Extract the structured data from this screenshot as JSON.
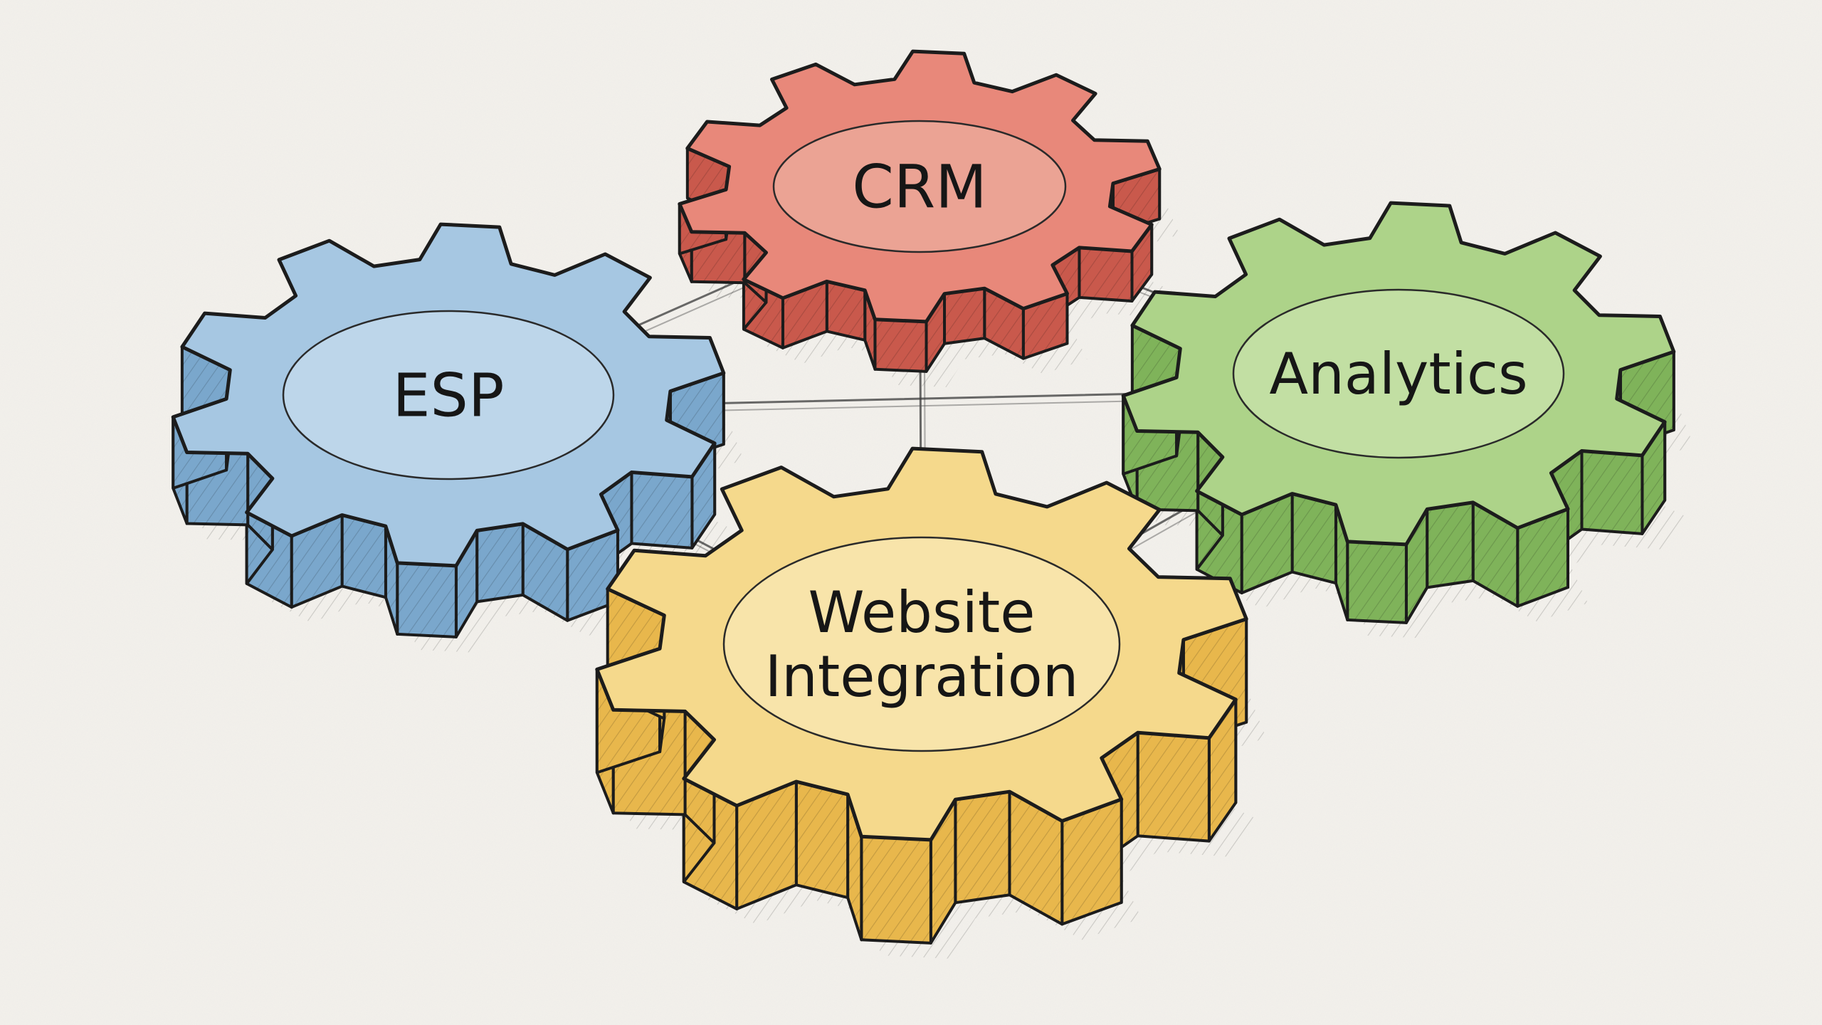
{
  "diagram": {
    "gears": [
      {
        "id": "crm",
        "lines": [
          "CRM"
        ],
        "top_color": "#e8887a",
        "side_color": "#c9594c",
        "ellipse_color": "#eba394"
      },
      {
        "id": "esp",
        "lines": [
          "ESP"
        ],
        "top_color": "#a6c7e2",
        "side_color": "#7aa7cc",
        "ellipse_color": "#bdd6ea"
      },
      {
        "id": "analytics",
        "lines": [
          "Analytics"
        ],
        "top_color": "#add389",
        "side_color": "#7fb35a",
        "ellipse_color": "#c2dfa3"
      },
      {
        "id": "website-integration",
        "lines": [
          "Website",
          "Integration"
        ],
        "top_color": "#f5d98c",
        "side_color": "#e8b74c",
        "ellipse_color": "#f8e4aa"
      }
    ],
    "connections": [
      [
        "esp",
        "crm"
      ],
      [
        "crm",
        "analytics"
      ],
      [
        "crm",
        "website-integration"
      ],
      [
        "esp",
        "website-integration"
      ],
      [
        "analytics",
        "website-integration"
      ],
      [
        "esp",
        "analytics"
      ]
    ]
  }
}
